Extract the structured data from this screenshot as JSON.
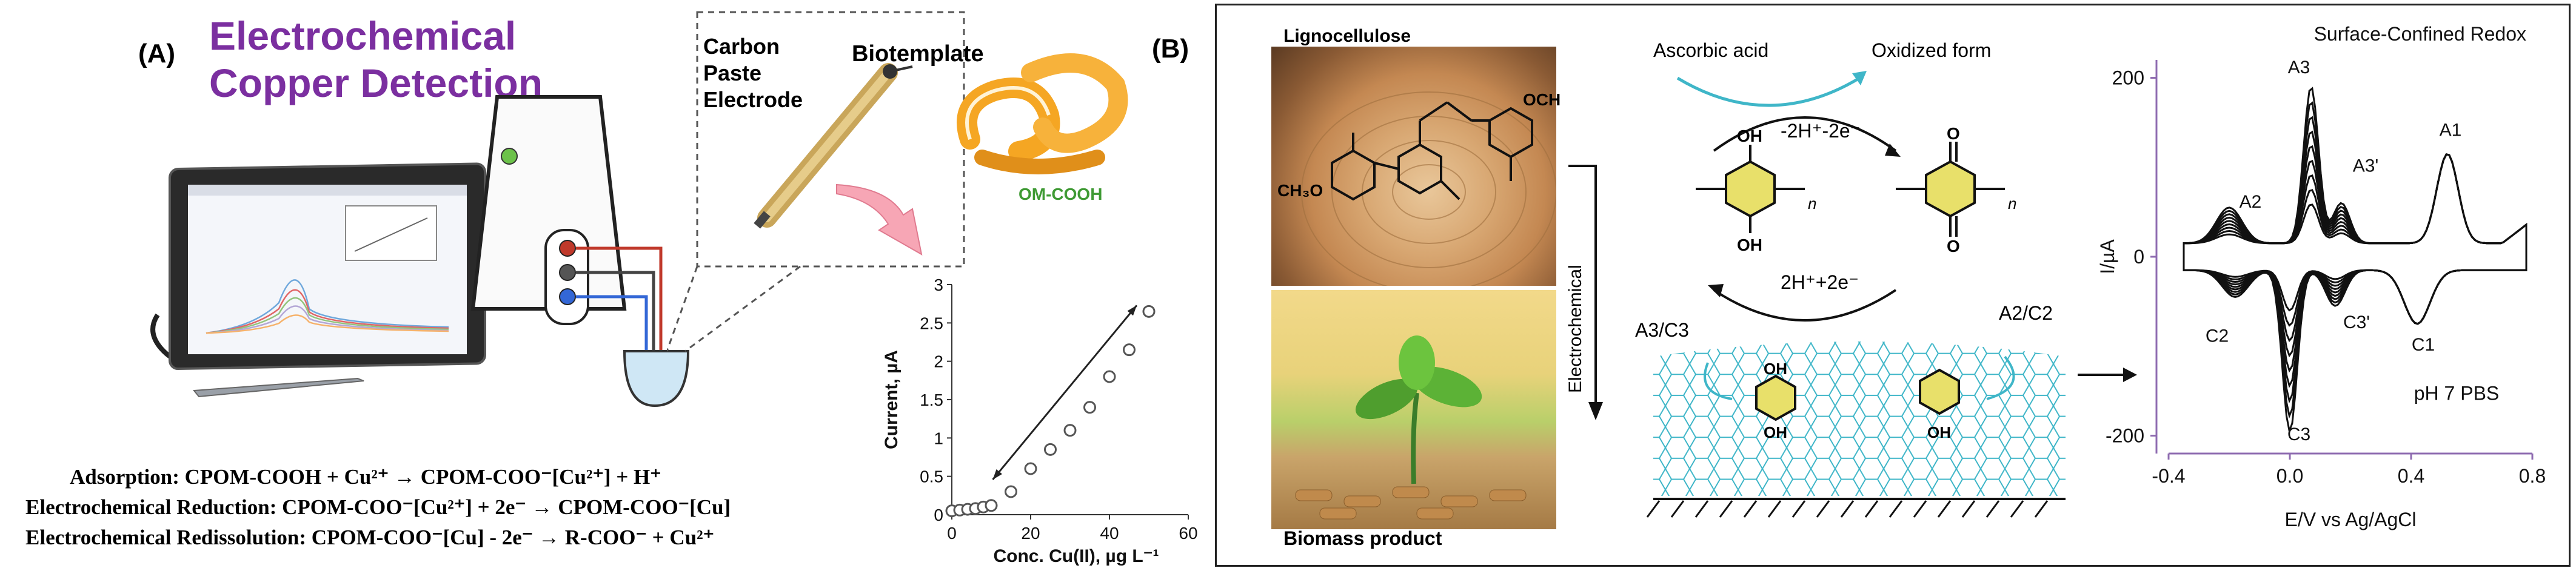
{
  "left_panel": {
    "label_a": "(A)",
    "label_b": "(B)",
    "title_line1": "Electrochemical",
    "title_line2": "Copper Detection",
    "title_color": "#7B2FA0",
    "electrode_line1": "Carbon",
    "electrode_line2": "Paste",
    "electrode_line3": "Electrode",
    "biotemplate": "Biotemplate",
    "om_cooh": "OM-COOH",
    "om_color": "#3f9a34",
    "equations": {
      "adsorption": "Adsorption: CPOM-COOH + Cu²⁺ → CPOM-COO⁻[Cu²⁺] + H⁺",
      "reduction": "Electrochemical Reduction: CPOM-COO⁻[Cu²⁺] + 2e⁻ → CPOM-COO⁻[Cu]",
      "redissolution": "Electrochemical Redissolution: CPOM-COO⁻[Cu] - 2e⁻ → R-COO⁻ + Cu²⁺"
    }
  },
  "right_panel": {
    "lignocellulose": "Lignocellulose",
    "biomass_product": "Biomass product",
    "ascorbic_acid": "Ascorbic acid",
    "oxidized_form": "Oxidized form",
    "oxidation_arrow_label": "-2H⁺-2e⁻",
    "reduction_arrow_label": "2H⁺+2e⁻",
    "electrochemical": "Electrochemical",
    "a3c3": "A3/C3",
    "a2c2": "A2/C2",
    "oh": "OH",
    "o": "O",
    "n": "n",
    "och_label": "OCH",
    "ch3o_label": "CH₃O",
    "accent_cyan": "#3fb6c8"
  },
  "chart_data": [
    {
      "type": "scatter",
      "title": "",
      "xlabel": "Conc. Cu(II), µg L⁻¹",
      "ylabel": "Current, µA",
      "xlim": [
        0,
        60
      ],
      "ylim": [
        0,
        3
      ],
      "x_ticks": [
        0,
        20,
        40,
        60
      ],
      "y_ticks": [
        0,
        0.5,
        1,
        1.5,
        2,
        2.5,
        3
      ],
      "y_tick_labels": [
        "0",
        "0.5",
        "1",
        "1.5",
        "2",
        "2.5",
        "3"
      ],
      "x": [
        0,
        2,
        4,
        6,
        8,
        10,
        15,
        20,
        25,
        30,
        35,
        40,
        45,
        50
      ],
      "y": [
        0.05,
        0.06,
        0.07,
        0.08,
        0.1,
        0.12,
        0.3,
        0.6,
        0.85,
        1.1,
        1.4,
        1.8,
        2.15,
        2.65
      ],
      "trend_arrow": true
    },
    {
      "type": "line",
      "title": "Surface-Confined Redox",
      "xlabel": "E/V vs Ag/AgCl",
      "ylabel": "I/µA",
      "xlim": [
        -0.4,
        0.8
      ],
      "ylim": [
        -220,
        220
      ],
      "x_ticks": [
        -0.4,
        0,
        0.4,
        0.8
      ],
      "x_tick_labels": [
        "-0.4",
        "0.0",
        "0.4",
        "0.8"
      ],
      "y_ticks": [
        -200,
        0,
        200
      ],
      "y_tick_labels": [
        "-200",
        "0",
        "200"
      ],
      "peak_labels": [
        "A3",
        "A3'",
        "A1",
        "A2",
        "C2",
        "C3'",
        "C1",
        "C3"
      ],
      "annotation": "pH 7 PBS",
      "axis_color": "#8e6bb0"
    }
  ]
}
